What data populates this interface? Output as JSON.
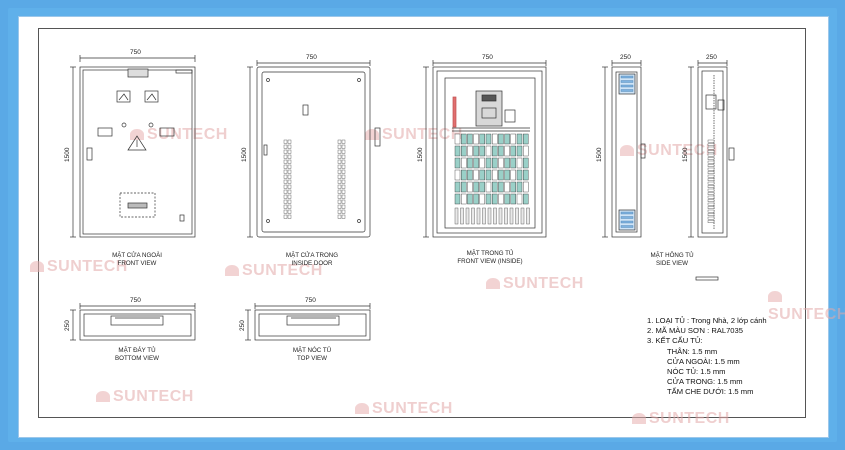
{
  "views": {
    "front": {
      "title": "MẶT CỬA NGOÀI",
      "subtitle": "FRONT VIEW",
      "width": "750",
      "height": "1500"
    },
    "inside_door": {
      "title": "MẶT CỬA TRONG",
      "subtitle": "INSIDE DOOR",
      "width": "750",
      "height": "1500"
    },
    "front_inside": {
      "title": "MẶT TRONG TỦ",
      "subtitle": "FRONT VIEW (INSIDE)",
      "width": "750",
      "height": "1500"
    },
    "side": {
      "title": "MẶT HÔNG TỦ",
      "subtitle": "SIDE VIEW",
      "width": "250",
      "height": "1500",
      "width2": "250",
      "height2": "1500"
    },
    "bottom": {
      "title": "MẶT ĐÁY TỦ",
      "subtitle": "BOTTOM VIEW",
      "width": "750",
      "height": "250"
    },
    "top": {
      "title": "MẶT NÓC TỦ",
      "subtitle": "TOP VIEW",
      "width": "750",
      "height": "250"
    }
  },
  "notes": [
    "1. LOẠI TỦ : Trong Nhà, 2 lớp cánh",
    "2. MÃ MÀU SƠN : RAL7035",
    "3. KẾT CẤU TỦ:"
  ],
  "structure": [
    "THÂN: 1.5 mm",
    "CỬA NGOÀI: 1.5 mm",
    "NÓC TỦ: 1.5 mm",
    "CỬA TRONG: 1.5 mm",
    "TẤM CHE DƯỚI: 1.5 mm"
  ],
  "watermark": "SUNTECH",
  "colors": {
    "background": "#5aa9e6",
    "sheet": "#ffffff",
    "line": "#333333",
    "breaker": "#9ad0c8",
    "watermark": "#e3a8a8"
  }
}
